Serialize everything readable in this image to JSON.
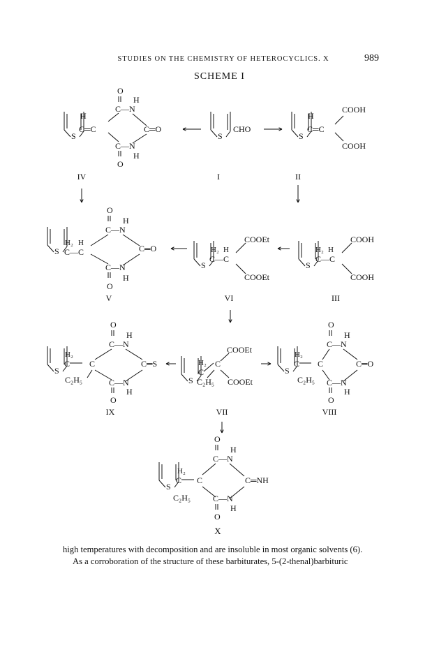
{
  "header": {
    "running_title": "STUDIES ON THE CHEMISTRY OF HETEROCYCLICS. X",
    "page_number": "989"
  },
  "scheme": {
    "title": "SCHEME I",
    "compound_labels": {
      "I": "I",
      "II": "II",
      "III": "III",
      "IV": "IV",
      "V": "V",
      "VI": "VI",
      "VII": "VII",
      "VIII": "VIII",
      "IX": "IX",
      "X": "X"
    },
    "atoms": {
      "O": "O",
      "H": "H",
      "N": "N",
      "C": "C",
      "S": "S",
      "H2": "H₂",
      "C2H5": "C₂H₅",
      "CHO": "CHO",
      "COOH": "COOH",
      "COOEt": "COOEt",
      "C_eq_O": "C═O",
      "C_eq_S": "C═S",
      "C_eq_NH": "C═NH",
      "C_eq_C": "C═C",
      "C_N": "C—N",
      "C_C": "C—C"
    }
  },
  "body": {
    "paragraph_1": "high temperatures with decomposition and are insoluble in most organic solvents (6).",
    "paragraph_2": "As a corroboration of the structure of these barbiturates, 5-(2-thenal)barbituric"
  }
}
